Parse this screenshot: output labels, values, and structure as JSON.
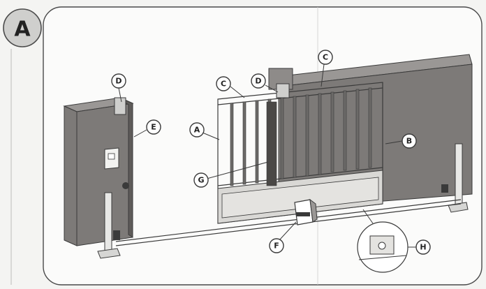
{
  "figure_label": "A",
  "callouts": {
    "A": "A",
    "B": "B",
    "C1": "C",
    "C2": "C",
    "D1": "D",
    "D2": "D",
    "E": "E",
    "F": "F",
    "G": "G",
    "H": "H"
  },
  "colors": {
    "wall": "#7d7a78",
    "background": "#f4f4f2",
    "badge": "#cfcfcd",
    "line": "#3a3a3a"
  }
}
